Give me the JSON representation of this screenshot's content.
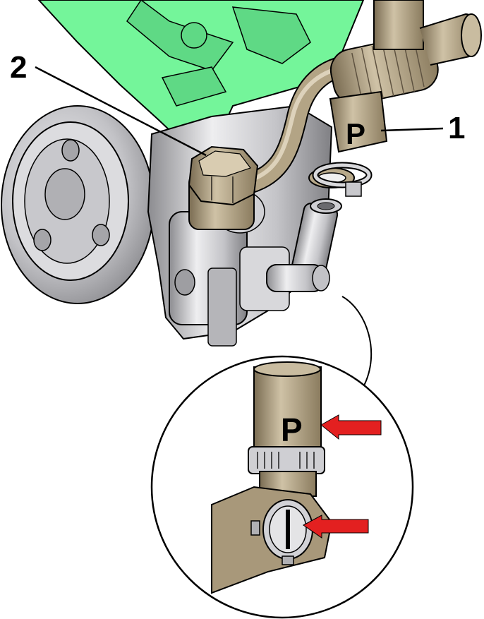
{
  "callouts": {
    "one": "1",
    "two": "2"
  },
  "markings": {
    "hose_letter_main": "P",
    "hose_letter_detail": "P"
  },
  "colors": {
    "bracket_green": "#74f59a",
    "hose_brown": "#a8987a",
    "metal_light": "#e2e2e4",
    "metal_mid": "#b9b9bd",
    "metal_dark": "#7c7c80",
    "arrow_red": "#e32020",
    "outline": "#000000"
  },
  "icons": {
    "pointer_arrows": "red-arrow-icon"
  }
}
